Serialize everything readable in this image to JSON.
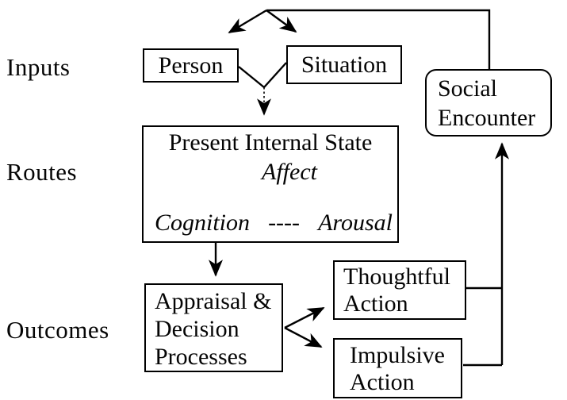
{
  "figure": {
    "title_semantic": "General Aggression Model episodic processes diagram",
    "labels": {
      "inputs": "Inputs",
      "routes": "Routes",
      "outcomes": "Outcomes"
    },
    "boxes": {
      "person": "Person",
      "situation": "Situation",
      "present_internal_state": {
        "title": "Present Internal State",
        "affect": "Affect",
        "cognition": "Cognition",
        "dashes": "----",
        "arousal": "Arousal"
      },
      "appraisal": {
        "line1": "Appraisal &",
        "line2": "Decision",
        "line3": "Processes"
      },
      "thoughtful_action": {
        "line1": "Thoughtful",
        "line2": "Action"
      },
      "impulsive_action": {
        "line1": "Impulsive",
        "line2": "Action"
      },
      "social_encounter": {
        "line1": "Social",
        "line2": "Encounter"
      }
    },
    "colors": {
      "ink": "#000000",
      "background": "#ffffff"
    }
  }
}
